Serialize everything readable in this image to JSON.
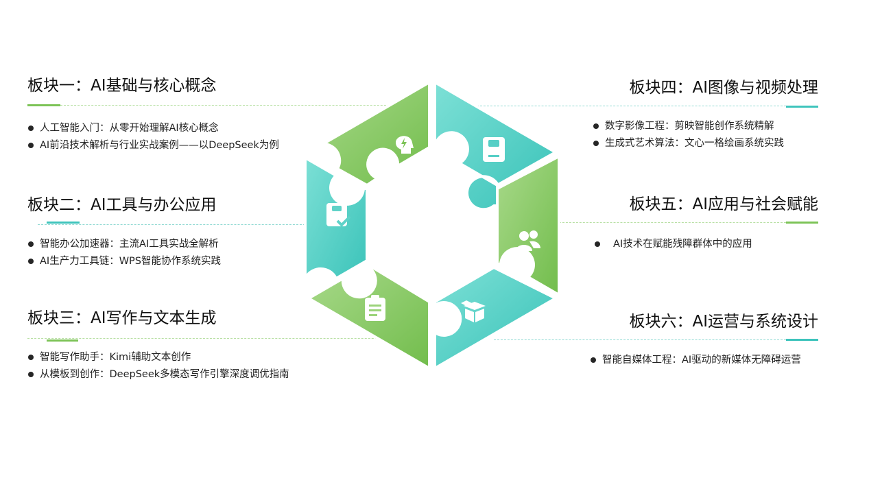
{
  "sections": [
    {
      "id": "1",
      "title": "板块一：AI基础与核心概念",
      "items": [
        "人工智能入门：从零开始理解AI核心概念",
        "AI前沿技术解析与行业实战案例——以DeepSeek为例"
      ]
    },
    {
      "id": "2",
      "title": "板块二：AI工具与办公应用",
      "items": [
        "智能办公加速器：主流AI工具实战全解析",
        "AI生产力工具链：WPS智能协作系统实践"
      ]
    },
    {
      "id": "3",
      "title": "板块三：AI写作与文本生成",
      "items": [
        "智能写作助手：Kimi辅助文本创作",
        "从模板到创作：DeepSeek多模态写作引擎深度调优指南"
      ]
    },
    {
      "id": "4",
      "title": "板块四：AI图像与视频处理",
      "items": [
        "数字影像工程：剪映智能创作系统精解",
        "生成式艺术算法：文心一格绘画系统实践"
      ]
    },
    {
      "id": "5",
      "title": "板块五：AI应用与社会赋能",
      "items": [
        "AI技术在赋能残障群体中的应用"
      ]
    },
    {
      "id": "6",
      "title": "板块六：AI运营与系统设计",
      "items": [
        "智能自媒体工程：AI驱动的新媒体无障碍运营"
      ]
    }
  ],
  "colors": {
    "green": "#7cc356",
    "teal": "#3ec4bc",
    "green_light": "#a8d98a",
    "teal_light": "#7de0d6"
  },
  "puzzle_icons": [
    "lightbulb-head-icon",
    "clipboard-icon",
    "users-icon",
    "box-icon",
    "notepad-icon",
    "checklist-icon"
  ]
}
